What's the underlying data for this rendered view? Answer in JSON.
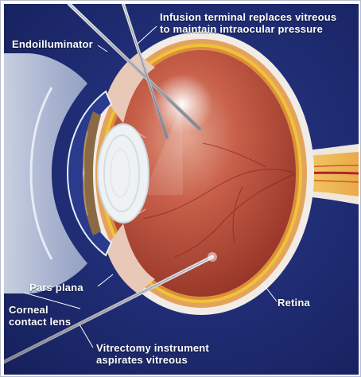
{
  "diagram": {
    "labels": {
      "infusion_terminal": {
        "line1": "Infusion terminal replaces vitreous",
        "line2": "to maintain intraocular pressure"
      },
      "endoilluminator": "Endoilluminator",
      "pars_plana": "Pars plana",
      "corneal_contact_lens": {
        "line1": "Corneal",
        "line2": "contact lens"
      },
      "retina": "Retina",
      "vitrectomy_instrument": {
        "line1": "Vitrectomy instrument",
        "line2": "aspirates vitreous"
      }
    },
    "colors": {
      "background": "#1f2c73",
      "sclera": "#f2ece6",
      "choroid": "#d8974e",
      "retina_layer": "#f0c23a",
      "vitreous": "#b84a33",
      "lens": "#eef2f4",
      "iris": "#8a6a45",
      "contact_lens": "#c9d3e6",
      "instrument": "#b9bcc2",
      "label_text": "#ffffff"
    }
  }
}
